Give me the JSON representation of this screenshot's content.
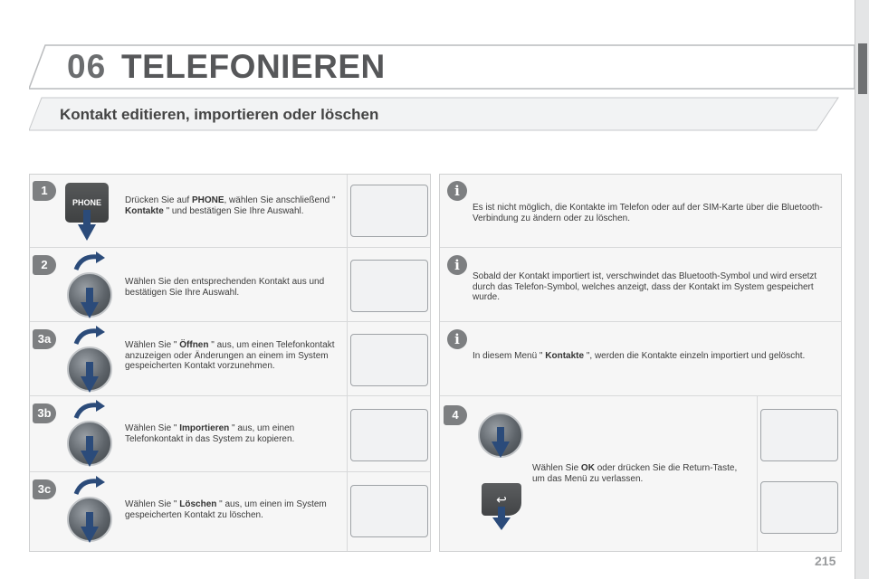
{
  "header": {
    "chapter_number": "06",
    "chapter_title": "TELEFONIEREN",
    "section_title": "Kontakt editieren, importieren oder löschen"
  },
  "colors": {
    "accent_grey": "#7d7f81",
    "panel_bg": "#f6f6f6",
    "sidebar": "#e4e5e6"
  },
  "steps": [
    {
      "badge": "1",
      "icon": "phone-button",
      "icon_label": "PHONE",
      "pre": "Drücken Sie auf ",
      "bold1": "PHONE",
      "mid": ", wählen Sie anschließend \" ",
      "bold2": "Kontakte",
      "post": " \" und bestätigen Sie Ihre Auswahl."
    },
    {
      "badge": "2",
      "icon": "rotary-knob",
      "pre": "Wählen Sie den entsprechenden Kontakt aus und bestätigen Sie Ihre Auswahl.",
      "bold1": "",
      "post": ""
    },
    {
      "badge": "3a",
      "icon": "rotary-knob",
      "pre": "Wählen Sie \" ",
      "bold1": "Öffnen",
      "post": " \" aus, um einen Telefonkontakt anzuzeigen oder Änderungen an einem im System gespeicherten Kontakt vorzunehmen."
    },
    {
      "badge": "3b",
      "icon": "rotary-knob",
      "pre": "Wählen Sie \" ",
      "bold1": "Importieren",
      "post": " \" aus, um einen Telefonkontakt in das System zu kopieren."
    },
    {
      "badge": "3c",
      "icon": "rotary-knob",
      "pre": "Wählen Sie \" ",
      "bold1": "Löschen",
      "post": " \" aus, um einen im System gespeicherten Kontakt zu löschen."
    }
  ],
  "info_notes": [
    {
      "badge": "i",
      "text": "Es ist nicht möglich, die Kontakte im Telefon oder auf der SIM-Karte über die Bluetooth-Verbindung zu ändern oder zu löschen."
    },
    {
      "badge": "i",
      "text": "Sobald der Kontakt importiert ist, verschwindet das Bluetooth-Symbol und wird ersetzt durch das Telefon-Symbol, welches anzeigt, dass der Kontakt im System gespeichert wurde."
    },
    {
      "badge": "i",
      "pre": "In diesem Menü \" ",
      "bold1": "Kontakte",
      "post": " \", werden die Kontakte einzeln importiert und gelöscht."
    }
  ],
  "step4": {
    "badge": "4",
    "pre": "Wählen Sie ",
    "bold1": "OK",
    "post": " oder drücken Sie die Return-Taste, um das Menü zu verlassen.",
    "return_symbol": "↩"
  },
  "footer": {
    "page_number": "215"
  }
}
